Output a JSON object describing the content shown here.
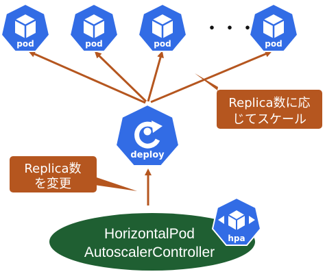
{
  "pods": [
    {
      "label": "pod"
    },
    {
      "label": "pod"
    },
    {
      "label": "pod"
    },
    {
      "label": "pod"
    }
  ],
  "ellipsis": "・・・",
  "deploy": {
    "label": "deploy"
  },
  "callout_scale": {
    "line1": "Replica数に応",
    "line2": "じてスケール"
  },
  "callout_change": {
    "line1": "Replica数",
    "line2": "を変更"
  },
  "hpa_controller": {
    "line1": "HorizontalPod",
    "line2": "AutoscalerController"
  },
  "hpa": {
    "label": "hpa"
  },
  "colors": {
    "kubernetes_blue": "#326ce5",
    "arrow": "#b5561f",
    "callout": "#b5561f",
    "controller": "#1f5f32"
  }
}
